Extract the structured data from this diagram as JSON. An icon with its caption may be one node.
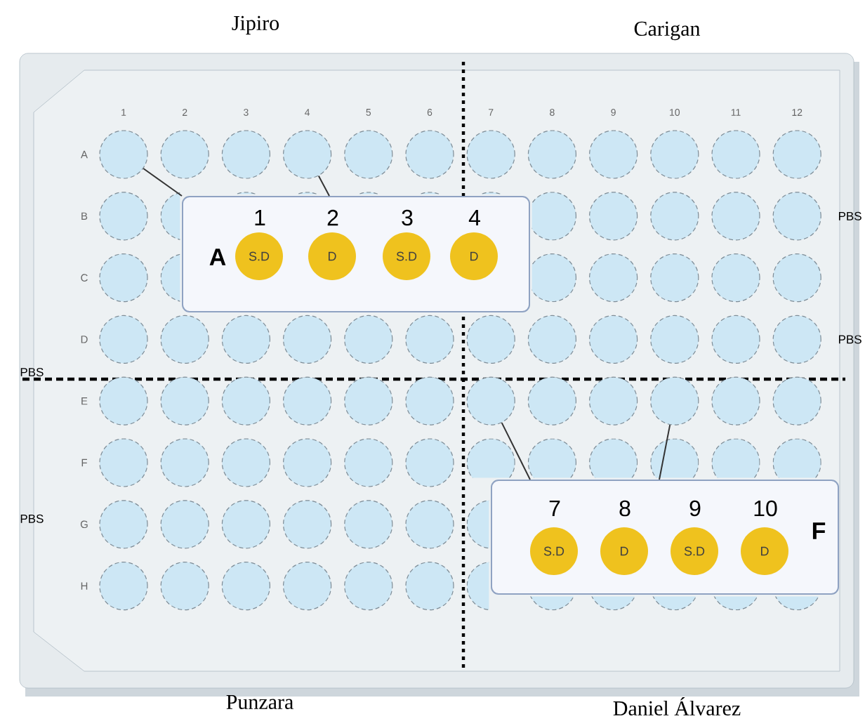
{
  "diagram": {
    "nodes": [
      {
        "text": [
          "A"
        ]
      },
      {
        "text": [
          "S.D"
        ],
        "in": 0,
        "beside": [
          "1"
        ]
      },
      {
        "text": [
          "D"
        ],
        "in": 0,
        "beside": [
          "2"
        ]
      },
      {
        "text": [
          "S.D"
        ],
        "in": 0,
        "beside": [
          "3"
        ]
      },
      {
        "text": [
          "D"
        ],
        "in": 0,
        "beside": [
          "4"
        ]
      },
      {
        "text": [
          "F"
        ]
      },
      {
        "text": [
          "S.D"
        ],
        "in": 5,
        "beside": [
          "7"
        ]
      },
      {
        "text": [
          "D"
        ],
        "in": 5,
        "beside": [
          "8"
        ]
      },
      {
        "text": [
          "S.D"
        ],
        "in": 5,
        "beside": [
          "9"
        ]
      },
      {
        "text": [
          "D"
        ],
        "in": 5,
        "beside": [
          "10"
        ]
      },
      {
        "text": [],
        "shape": "circle"
      },
      {
        "text": [],
        "shape": "circle"
      },
      {
        "text": [],
        "shape": "circle"
      },
      {
        "text": [],
        "shape": "circle"
      },
      {
        "text": [],
        "shape": "circle"
      },
      {
        "text": [],
        "shape": "circle"
      },
      {
        "text": [],
        "shape": "circle"
      },
      {
        "text": [],
        "shape": "circle"
      },
      {
        "text": [],
        "shape": "circle"
      },
      {
        "text": [],
        "shape": "circle"
      },
      {
        "text": [],
        "shape": "circle"
      },
      {
        "text": [],
        "shape": "circle"
      },
      {
        "text": [],
        "shape": "circle"
      },
      {
        "text": [],
        "shape": "circle"
      },
      {
        "text": [],
        "shape": "circle"
      },
      {
        "text": [],
        "shape": "circle"
      },
      {
        "text": [],
        "shape": "circle"
      },
      {
        "text": [],
        "shape": "circle"
      },
      {
        "text": [],
        "shape": "circle"
      },
      {
        "text": [],
        "shape": "circle"
      },
      {
        "text": [],
        "shape": "circle"
      },
      {
        "text": [],
        "shape": "circle"
      },
      {
        "text": [],
        "shape": "circle"
      },
      {
        "text": [],
        "shape": "circle"
      },
      {
        "text": [],
        "shape": "circle"
      },
      {
        "text": [],
        "shape": "circle"
      },
      {
        "text": [],
        "shape": "circle"
      },
      {
        "text": [],
        "shape": "circle"
      },
      {
        "text": [],
        "shape": "circle"
      },
      {
        "text": [],
        "shape": "circle"
      },
      {
        "text": [],
        "shape": "circle"
      },
      {
        "text": [],
        "shape": "circle"
      },
      {
        "text": [],
        "shape": "circle"
      },
      {
        "text": [],
        "shape": "circle"
      },
      {
        "text": [],
        "shape": "circle"
      },
      {
        "text": [],
        "shape": "circle"
      },
      {
        "text": [],
        "shape": "circle"
      },
      {
        "text": [],
        "shape": "circle"
      },
      {
        "text": [],
        "shape": "circle"
      },
      {
        "text": [],
        "shape": "circle"
      },
      {
        "text": [],
        "shape": "circle"
      },
      {
        "text": [],
        "shape": "circle"
      },
      {
        "text": [],
        "shape": "circle"
      },
      {
        "text": [],
        "shape": "circle"
      },
      {
        "text": [],
        "shape": "circle"
      },
      {
        "text": [],
        "shape": "circle"
      },
      {
        "text": [],
        "shape": "circle"
      },
      {
        "text": [],
        "shape": "circle"
      },
      {
        "text": [],
        "shape": "circle"
      },
      {
        "text": [],
        "shape": "circle"
      },
      {
        "text": [],
        "shape": "circle"
      },
      {
        "text": [],
        "shape": "circle"
      },
      {
        "text": [],
        "shape": "circle"
      },
      {
        "text": [],
        "shape": "circle"
      },
      {
        "text": [],
        "shape": "circle"
      },
      {
        "text": [],
        "shape": "circle"
      },
      {
        "text": [],
        "shape": "circle"
      },
      {
        "text": [],
        "shape": "circle"
      },
      {
        "text": [],
        "shape": "circle"
      },
      {
        "text": [],
        "shape": "circle"
      },
      {
        "text": [],
        "shape": "circle"
      },
      {
        "text": [],
        "shape": "circle"
      },
      {
        "text": [],
        "shape": "circle"
      },
      {
        "text": [],
        "shape": "circle"
      },
      {
        "text": [],
        "shape": "circle"
      },
      {
        "text": [],
        "shape": "circle"
      },
      {
        "text": [],
        "shape": "circle"
      },
      {
        "text": [],
        "shape": "circle"
      },
      {
        "text": [],
        "shape": "circle"
      },
      {
        "text": [],
        "shape": "circle"
      },
      {
        "text": [],
        "shape": "circle"
      },
      {
        "text": [],
        "shape": "circle"
      },
      {
        "text": [],
        "shape": "circle"
      },
      {
        "text": [],
        "shape": "circle"
      },
      {
        "text": [],
        "shape": "circle"
      },
      {
        "text": [],
        "shape": "circle"
      },
      {
        "text": [],
        "shape": "circle"
      },
      {
        "text": [],
        "shape": "circle"
      },
      {
        "text": [],
        "shape": "circle"
      },
      {
        "text": [],
        "shape": "circle"
      },
      {
        "text": [],
        "shape": "circle"
      },
      {
        "text": [],
        "shape": "circle"
      },
      {
        "text": [],
        "shape": "circle"
      },
      {
        "text": [],
        "shape": "circle"
      },
      {
        "text": [],
        "shape": "circle"
      },
      {
        "text": [],
        "shape": "circle"
      }
    ],
    "edges": [
      {
        "from": 0,
        "to": 10,
        "arrow": "none"
      },
      {
        "from": 0,
        "to": 13,
        "arrow": "none"
      },
      {
        "from": 5,
        "to": 59,
        "arrow": "none"
      },
      {
        "from": 5,
        "to": 62,
        "arrow": "none"
      }
    ],
    "labels": [
      "Jipiro",
      "Carigan",
      "1",
      "2",
      "3",
      "4",
      "5",
      "6",
      "7",
      "8",
      "9",
      "10",
      "11",
      "12",
      "A",
      "B",
      "PBS",
      "C",
      "D",
      "PBS",
      "PBS",
      "E",
      "F",
      "PBS",
      "G",
      "H",
      "Punzara",
      "Daniel Álvarez"
    ]
  }
}
